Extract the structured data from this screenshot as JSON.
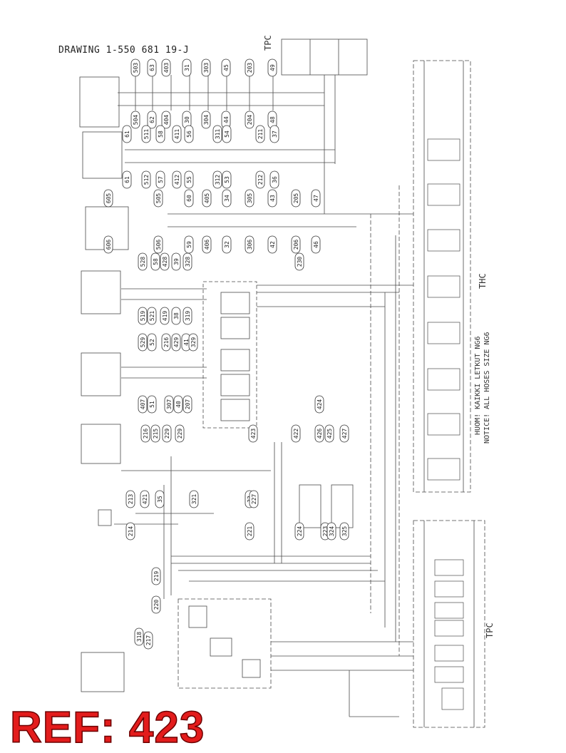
{
  "drawing_title": "DRAWING 1-550 681 19-J",
  "reference_label": "REF: 423",
  "section_labels": {
    "tpc_top": "TPC",
    "thc": "THC",
    "tpc_bottom": "TPC"
  },
  "notice_lines": [
    "HUOM! KAIKKI LETKUT NG6",
    "NOTICE! ALL HOSES SIZE NG6"
  ],
  "hose_labels": {
    "row1": [
      "503",
      "63",
      "403",
      "31",
      "303",
      "45",
      "203",
      "49"
    ],
    "row2": [
      "504",
      "62",
      "404",
      "30",
      "304",
      "44",
      "204",
      "48"
    ],
    "row3": [
      "61",
      "511",
      "58",
      "411",
      "56",
      "311",
      "54",
      "211",
      "37"
    ],
    "row4": [
      "61",
      "512",
      "57",
      "412",
      "55",
      "312",
      "53",
      "212",
      "36"
    ],
    "row5": [
      "605",
      "505",
      "60",
      "405",
      "34",
      "305",
      "43",
      "205",
      "47"
    ],
    "row6": [
      "606",
      "506",
      "59",
      "406",
      "32",
      "306",
      "42",
      "206",
      "46"
    ],
    "row7": [
      "528",
      "58",
      "428",
      "39",
      "328",
      "230"
    ],
    "row8": [
      "519",
      "521",
      "419",
      "38",
      "319"
    ],
    "row9": [
      "529",
      "52",
      "216",
      "429",
      "41",
      "329"
    ],
    "row10": [
      "407",
      "51",
      "307",
      "40",
      "207",
      "424"
    ],
    "row11": [
      "216",
      "215",
      "229",
      "229",
      "423",
      "422",
      "426",
      "425",
      "427"
    ],
    "row12": [
      "213",
      "421",
      "35",
      "321",
      "33",
      "227"
    ],
    "row13": [
      "214",
      "221",
      "224",
      "223",
      "324",
      "325"
    ],
    "row14": [
      "219",
      "220",
      "318",
      "217"
    ]
  },
  "colors": {
    "line": "#4a4a4a",
    "ref_red": "#e31c1c",
    "background": "#ffffff"
  }
}
